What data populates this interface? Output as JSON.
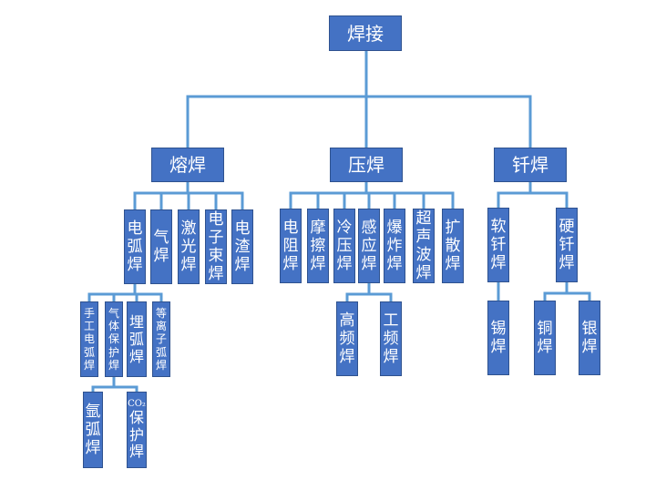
{
  "root": {
    "label": "焊接"
  },
  "categories": {
    "fusion": {
      "label": "熔焊",
      "children": {
        "arc": "电\n弧\n焊",
        "gas": "气\n焊",
        "laser": "激\n光\n焊",
        "ebeam": "电\n子\n束\n焊",
        "slag": "电\n渣\n焊"
      },
      "arc_children": {
        "manual": "手\n工\n电\n弧\n焊",
        "gas_shielded": "气\n体\n保\n护\n焊",
        "submerged": "埋\n弧\n焊",
        "plasma": "等\n离\n子\n弧\n焊"
      },
      "gas_shielded_children": {
        "argon": "氩\n弧\n焊",
        "co2_formula": "CO₂",
        "co2_rest": "保\n护\n焊"
      }
    },
    "pressure": {
      "label": "压焊",
      "children": {
        "resistance": "电\n阻\n焊",
        "friction": "摩\n擦\n焊",
        "cold": "冷\n压\n焊",
        "induction": "感\n应\n焊",
        "explosive": "爆\n炸\n焊",
        "ultrasonic": "超\n声\n波\n焊",
        "diffusion": "扩\n散\n焊"
      },
      "induction_children": {
        "high_freq": "高\n频\n焊",
        "power_freq": "工\n频\n焊"
      }
    },
    "brazing": {
      "label": "钎焊",
      "children": {
        "soft": "软\n钎\n焊",
        "hard": "硬\n钎\n焊"
      },
      "soft_children": {
        "tin": "锡\n焊"
      },
      "hard_children": {
        "copper": "铜\n焊",
        "silver": "银\n焊"
      }
    }
  }
}
